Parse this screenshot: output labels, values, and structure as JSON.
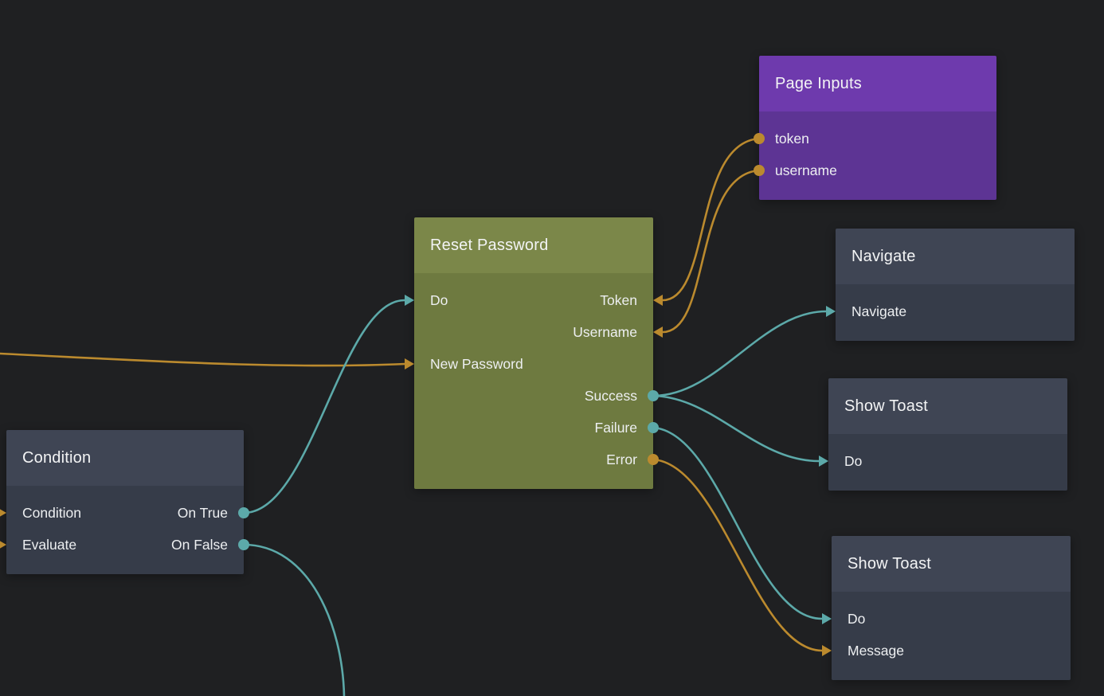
{
  "canvas": {
    "type": "visual-flow-node-editor",
    "background": "#1f2022"
  },
  "colors": {
    "signal_connection": "#5ca9a9",
    "data_connection": "#bb8a2e",
    "page_inputs_header": "#6e3aad",
    "page_inputs_body": "#5d3494",
    "action_node_header": "#7b8749",
    "action_node_body": "#6e7a40",
    "default_node_header": "#3f4554",
    "default_node_body": "#363c49"
  },
  "nodes": {
    "page_inputs": {
      "title": "Page Inputs",
      "ports": {
        "token": "token",
        "username": "username"
      }
    },
    "reset_password": {
      "title": "Reset Password",
      "ports": {
        "do": "Do",
        "token": "Token",
        "username": "Username",
        "new_password": "New Password",
        "success": "Success",
        "failure": "Failure",
        "error": "Error"
      }
    },
    "navigate": {
      "title": "Navigate",
      "ports": {
        "navigate": "Navigate"
      }
    },
    "show_toast_top": {
      "title": "Show Toast",
      "ports": {
        "do": "Do"
      }
    },
    "show_toast_bottom": {
      "title": "Show Toast",
      "ports": {
        "do": "Do",
        "message": "Message"
      }
    },
    "condition": {
      "title": "Condition",
      "ports": {
        "condition": "Condition",
        "evaluate": "Evaluate",
        "on_true": "On True",
        "on_false": "On False"
      }
    }
  },
  "edges": [
    {
      "from": "offscreen-left",
      "to": "reset_password.new_password",
      "type": "data"
    },
    {
      "from": "offscreen-left",
      "to": "condition.condition",
      "type": "data"
    },
    {
      "from": "offscreen-left",
      "to": "condition.evaluate",
      "type": "data"
    },
    {
      "from": "condition.on_true",
      "to": "reset_password.do",
      "type": "signal"
    },
    {
      "from": "condition.on_false",
      "to": "offscreen-bottom",
      "type": "signal"
    },
    {
      "from": "page_inputs.token",
      "to": "reset_password.token",
      "type": "data"
    },
    {
      "from": "page_inputs.username",
      "to": "reset_password.username",
      "type": "data"
    },
    {
      "from": "reset_password.success",
      "to": "navigate.navigate",
      "type": "signal"
    },
    {
      "from": "reset_password.success",
      "to": "show_toast_top.do",
      "type": "signal"
    },
    {
      "from": "reset_password.failure",
      "to": "show_toast_bottom.do",
      "type": "signal"
    },
    {
      "from": "reset_password.error",
      "to": "show_toast_bottom.message",
      "type": "data"
    }
  ]
}
